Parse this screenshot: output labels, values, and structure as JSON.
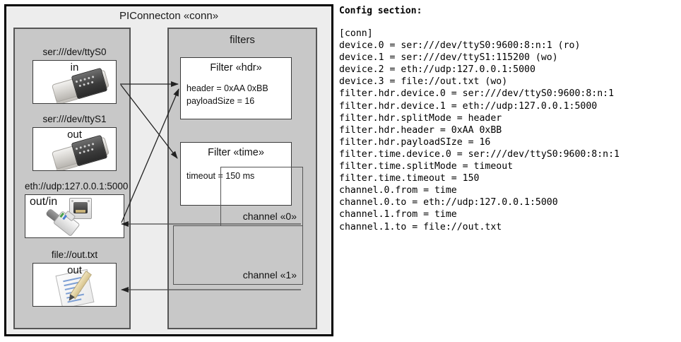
{
  "diagram": {
    "title": "PIConnecton «conn»",
    "devices_panel": {
      "title": "",
      "devices": [
        {
          "name": "device-ttys0",
          "label": "ser:///dev/ttyS0",
          "io": "in",
          "icon": "serial-port-icon"
        },
        {
          "name": "device-ttys1",
          "label": "ser:///dev/ttyS1",
          "io": "out",
          "icon": "serial-port-icon"
        },
        {
          "name": "device-eth",
          "label": "eth://udp:127.0.0.1:5000",
          "io": "out/in",
          "icon": "ethernet-jack-icon"
        },
        {
          "name": "device-file",
          "label": "file://out.txt",
          "io": "out",
          "icon": "notepad-icon"
        }
      ]
    },
    "filters_panel": {
      "title": "filters",
      "filters": [
        {
          "name": "filter-hdr",
          "title": "Filter «hdr»",
          "props": [
            "header = 0xAA 0xBB",
            "payloadSize = 16"
          ]
        },
        {
          "name": "filter-time",
          "title": "Filter «time»",
          "props": [
            "timeout = 150 ms"
          ]
        }
      ]
    },
    "channels": [
      {
        "name": "channel-0",
        "label": "channel «0»"
      },
      {
        "name": "channel-1",
        "label": "channel «1»"
      }
    ]
  },
  "config": {
    "heading": "Config section:",
    "lines": [
      "[conn]",
      "device.0 = ser:///dev/ttyS0:9600:8:n:1 (ro)",
      "device.1 = ser:///dev/ttyS1:115200 (wo)",
      "device.2 = eth://udp:127.0.0.1:5000",
      "device.3 = file://out.txt (wo)",
      "filter.hdr.device.0 = ser:///dev/ttyS0:9600:8:n:1",
      "filter.hdr.device.1 = eth://udp:127.0.0.1:5000",
      "filter.hdr.splitMode = header",
      "filter.hdr.header = 0xAA 0xBB",
      "filter.hdr.payloadSIze = 16",
      "filter.time.device.0 = ser:///dev/ttyS0:9600:8:n:1",
      "filter.time.splitMode = timeout",
      "filter.time.timeout = 150",
      "channel.0.from = time",
      "channel.0.to = eth://udp:127.0.0.1:5000",
      "channel.1.from = time",
      "channel.1.to = file://out.txt"
    ]
  },
  "colors": {
    "outer_fill": "#ededed",
    "panel_fill": "#c8c8c8",
    "card_fill": "#ffffff",
    "line": "#333333"
  }
}
